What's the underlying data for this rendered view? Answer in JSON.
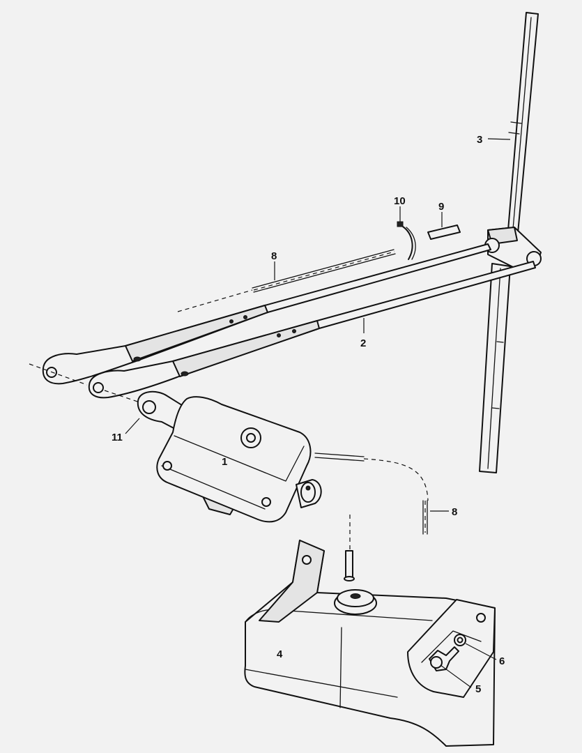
{
  "callouts": [
    {
      "id": "c1",
      "label": "1",
      "part": "wiper-motor"
    },
    {
      "id": "c2",
      "label": "2",
      "part": "wiper-arms"
    },
    {
      "id": "c3",
      "label": "3",
      "part": "wiper-blade"
    },
    {
      "id": "c4",
      "label": "4",
      "part": "washer-reservoir"
    },
    {
      "id": "c5",
      "label": "5",
      "part": "mounting-bolt"
    },
    {
      "id": "c6",
      "label": "6",
      "part": "washer"
    },
    {
      "id": "c7",
      "label": "8",
      "part": "washer-hose-upper"
    },
    {
      "id": "c8",
      "label": "8",
      "part": "washer-hose-lower"
    },
    {
      "id": "c9",
      "label": "9",
      "part": "hose-connector"
    },
    {
      "id": "c10",
      "label": "10",
      "part": "hose-clip"
    },
    {
      "id": "c11",
      "label": "11",
      "part": "linkage-crank"
    }
  ]
}
